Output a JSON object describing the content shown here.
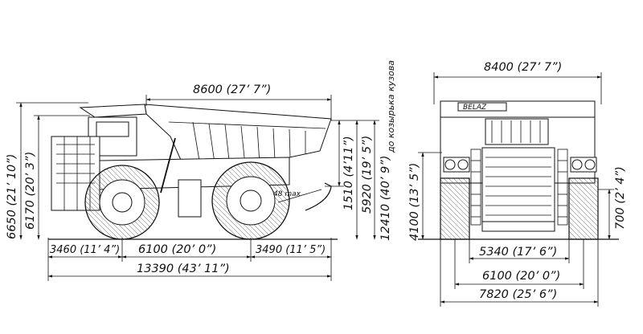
{
  "side_view": {
    "body_length": "8600 (27’ 7”)",
    "overall_height": "6650 (21’ 10”)",
    "cab_height": "6170 (20’ 3”)",
    "body_lift_height": "1510 (4’11”)",
    "ground_to_body_height": "5920 (19’ 5”)",
    "raised_height": "12410 (40’ 9”)",
    "raised_height_note": "до козырька кузова",
    "front_overhang": "3460 (11’ 4”)",
    "wheelbase": "6100 (20’ 0”)",
    "rear_overhang": "3490 (11’ 5”)",
    "overall_length": "13390 (43’ 11”)",
    "dump_angle": "48 max"
  },
  "front_view": {
    "overall_width": "8400 (27’ 7”)",
    "axle_height": "4100 (13’ 5”)",
    "ground_clearance": "700 (2’ 4”)",
    "inner_tire_width": "5340 (17’ 6”)",
    "track_width": "6100 (20’ 0”)",
    "outer_tire_width": "7820 (25’ 6”)",
    "brand_plate": "BELAZ"
  }
}
